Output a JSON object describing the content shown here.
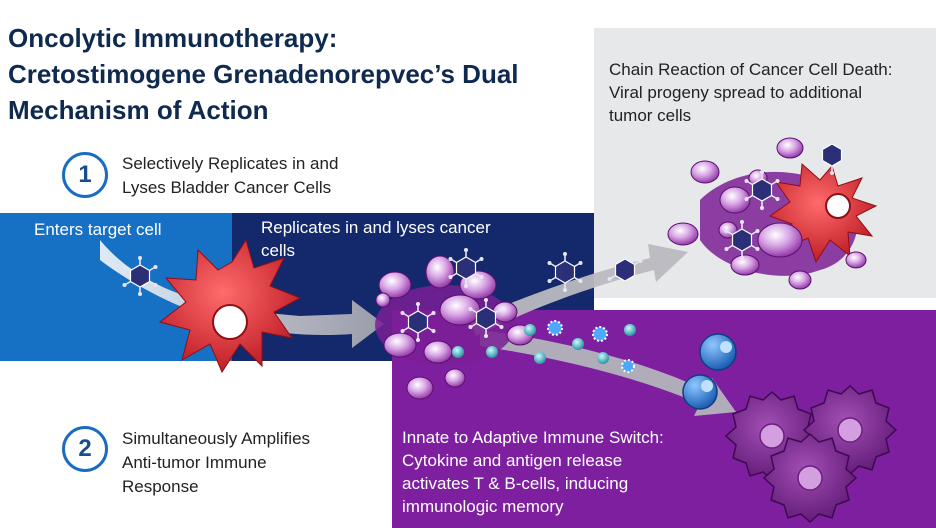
{
  "title": {
    "line1": "Oncolytic Immunotherapy:",
    "line2": "Cretostimogene Grenadenorepvec’s Dual",
    "line3": "Mechanism of Action"
  },
  "step1": {
    "number": "1",
    "line1": "Selectively Replicates in and",
    "line2": "Lyses Bladder Cancer Cells"
  },
  "step2": {
    "number": "2",
    "line1": "Simultaneously Amplifies",
    "line2": "Anti-tumor Immune",
    "line3": "Response"
  },
  "panels": {
    "enters": "Enters target cell",
    "replicates_line1": "Replicates in and lyses cancer",
    "replicates_line2": "cells",
    "chain_line1": "Chain Reaction of Cancer Cell Death:",
    "chain_line2": "Viral progeny spread to additional",
    "chain_line3": "tumor cells",
    "innate_line1": "Innate to Adaptive Immune Switch:",
    "innate_line2": "Cytokine and antigen release",
    "innate_line3": "activates T & B-cells, inducing",
    "innate_line4": "immunologic memory"
  },
  "colors": {
    "light_blue": "#1670c4",
    "navy": "#13296b",
    "gray": "#e7e8ea",
    "purple": "#7e1fa0",
    "cancer_red": "#d8262e",
    "title_navy": "#0f2a4e"
  }
}
